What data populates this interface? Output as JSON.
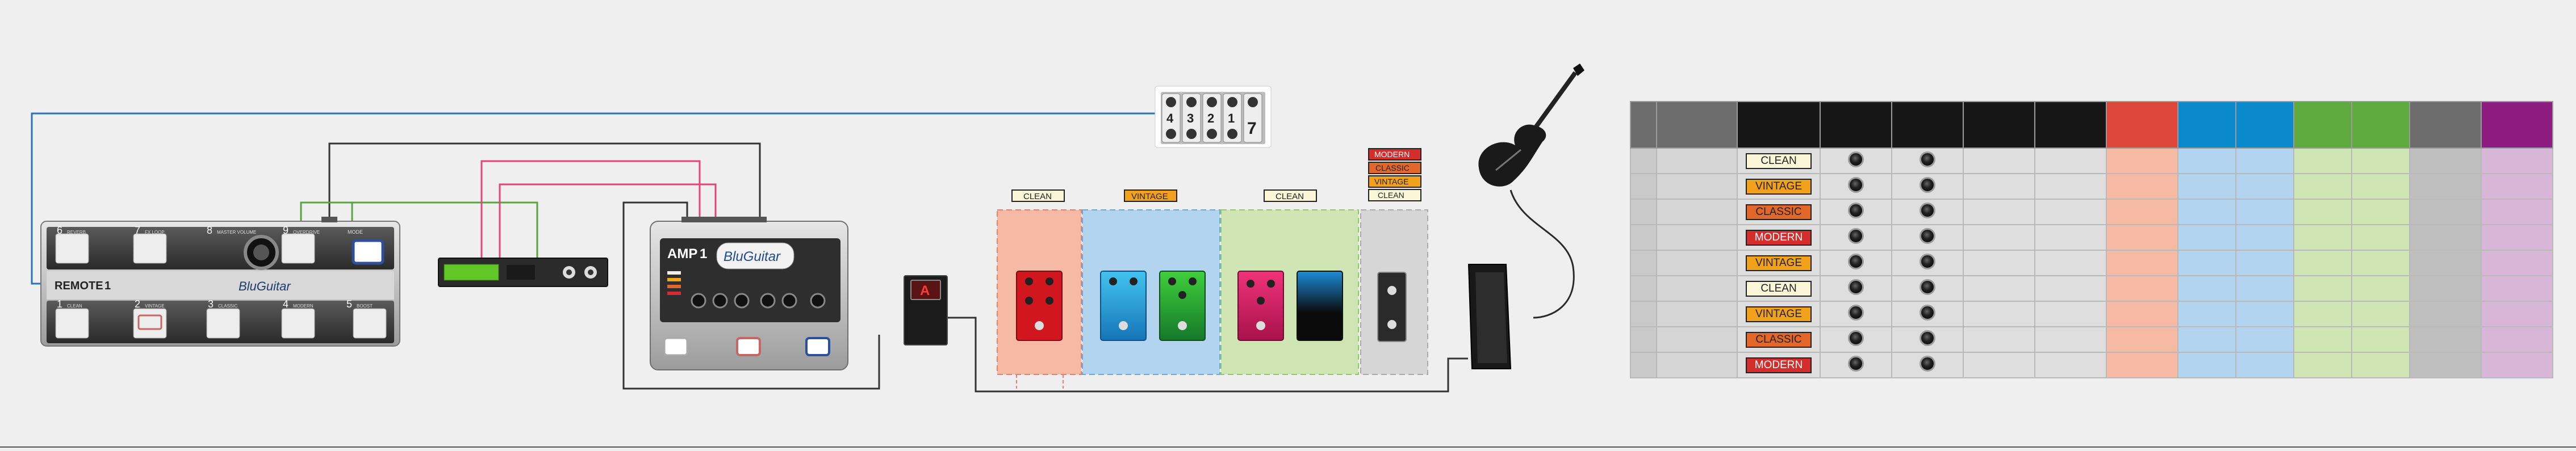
{
  "colors": {
    "clean_loop": "#f5b9a4",
    "mod_loop": "#b2d4ef",
    "delay_loop": "#cfe5b4",
    "tag_clean": "#fbf6d7",
    "tag_vintage": "#f1a11c",
    "tag_classic": "#e2672a",
    "tag_modern": "#d42e2c",
    "header_dark": "#161616",
    "header_grey": "#6c6c6c",
    "header_red": "#dc463b",
    "header_blue": "#0a89cc",
    "header_green": "#5faa3f",
    "header_purple": "#8c1c7f"
  },
  "remote": {
    "title": "REMOTE",
    "title_number": "1",
    "brand": "BluGuitar",
    "top_buttons": [
      {
        "number": "6",
        "label": "REVERB"
      },
      {
        "number": "7",
        "label": "FX LOOP"
      },
      {
        "number": "8",
        "label": "MASTER VOLUME"
      },
      {
        "number": "9",
        "label": "OVERDRIVE"
      }
    ],
    "bottom_buttons": [
      {
        "number": "1",
        "label": "CLEAN"
      },
      {
        "number": "2",
        "label": "VINTAGE"
      },
      {
        "number": "3",
        "label": "CLASSIC"
      },
      {
        "number": "4",
        "label": "MODERN"
      },
      {
        "number": "5",
        "label": "BOOST"
      }
    ],
    "mode_label": "MODE"
  },
  "amp": {
    "title": "AMP",
    "title_number": "1",
    "brand": "BluGuitar"
  },
  "tuner": {
    "display": "A"
  },
  "jacks": {
    "numbers": [
      "4",
      "3",
      "2",
      "1"
    ],
    "last": "7"
  },
  "loops": [
    {
      "label": "CLEAN"
    },
    {
      "label": "VINTAGE"
    },
    {
      "label": "CLEAN"
    }
  ],
  "stacked_tags": [
    "MODERN",
    "CLASSIC",
    "VINTAGE",
    "CLEAN"
  ],
  "table": {
    "header_colors": [
      "#6c6c6c",
      "#6c6c6c",
      "#161616",
      "#161616",
      "#161616",
      "#161616",
      "#161616",
      "#dc463b",
      "#0a89cc",
      "#0a89cc",
      "#5faa3f",
      "#5faa3f",
      "#6c6c6c",
      "#8c1c7f"
    ],
    "rows": [
      {
        "tag": "CLEAN",
        "style": "clean"
      },
      {
        "tag": "VINTAGE",
        "style": "vintage"
      },
      {
        "tag": "CLASSIC",
        "style": "classic"
      },
      {
        "tag": "MODERN",
        "style": "modern"
      },
      {
        "tag": "VINTAGE",
        "style": "vintage"
      },
      {
        "tag": "CLEAN",
        "style": "clean"
      },
      {
        "tag": "VINTAGE",
        "style": "vintage"
      },
      {
        "tag": "CLASSIC",
        "style": "classic"
      },
      {
        "tag": "MODERN",
        "style": "modern"
      }
    ]
  }
}
